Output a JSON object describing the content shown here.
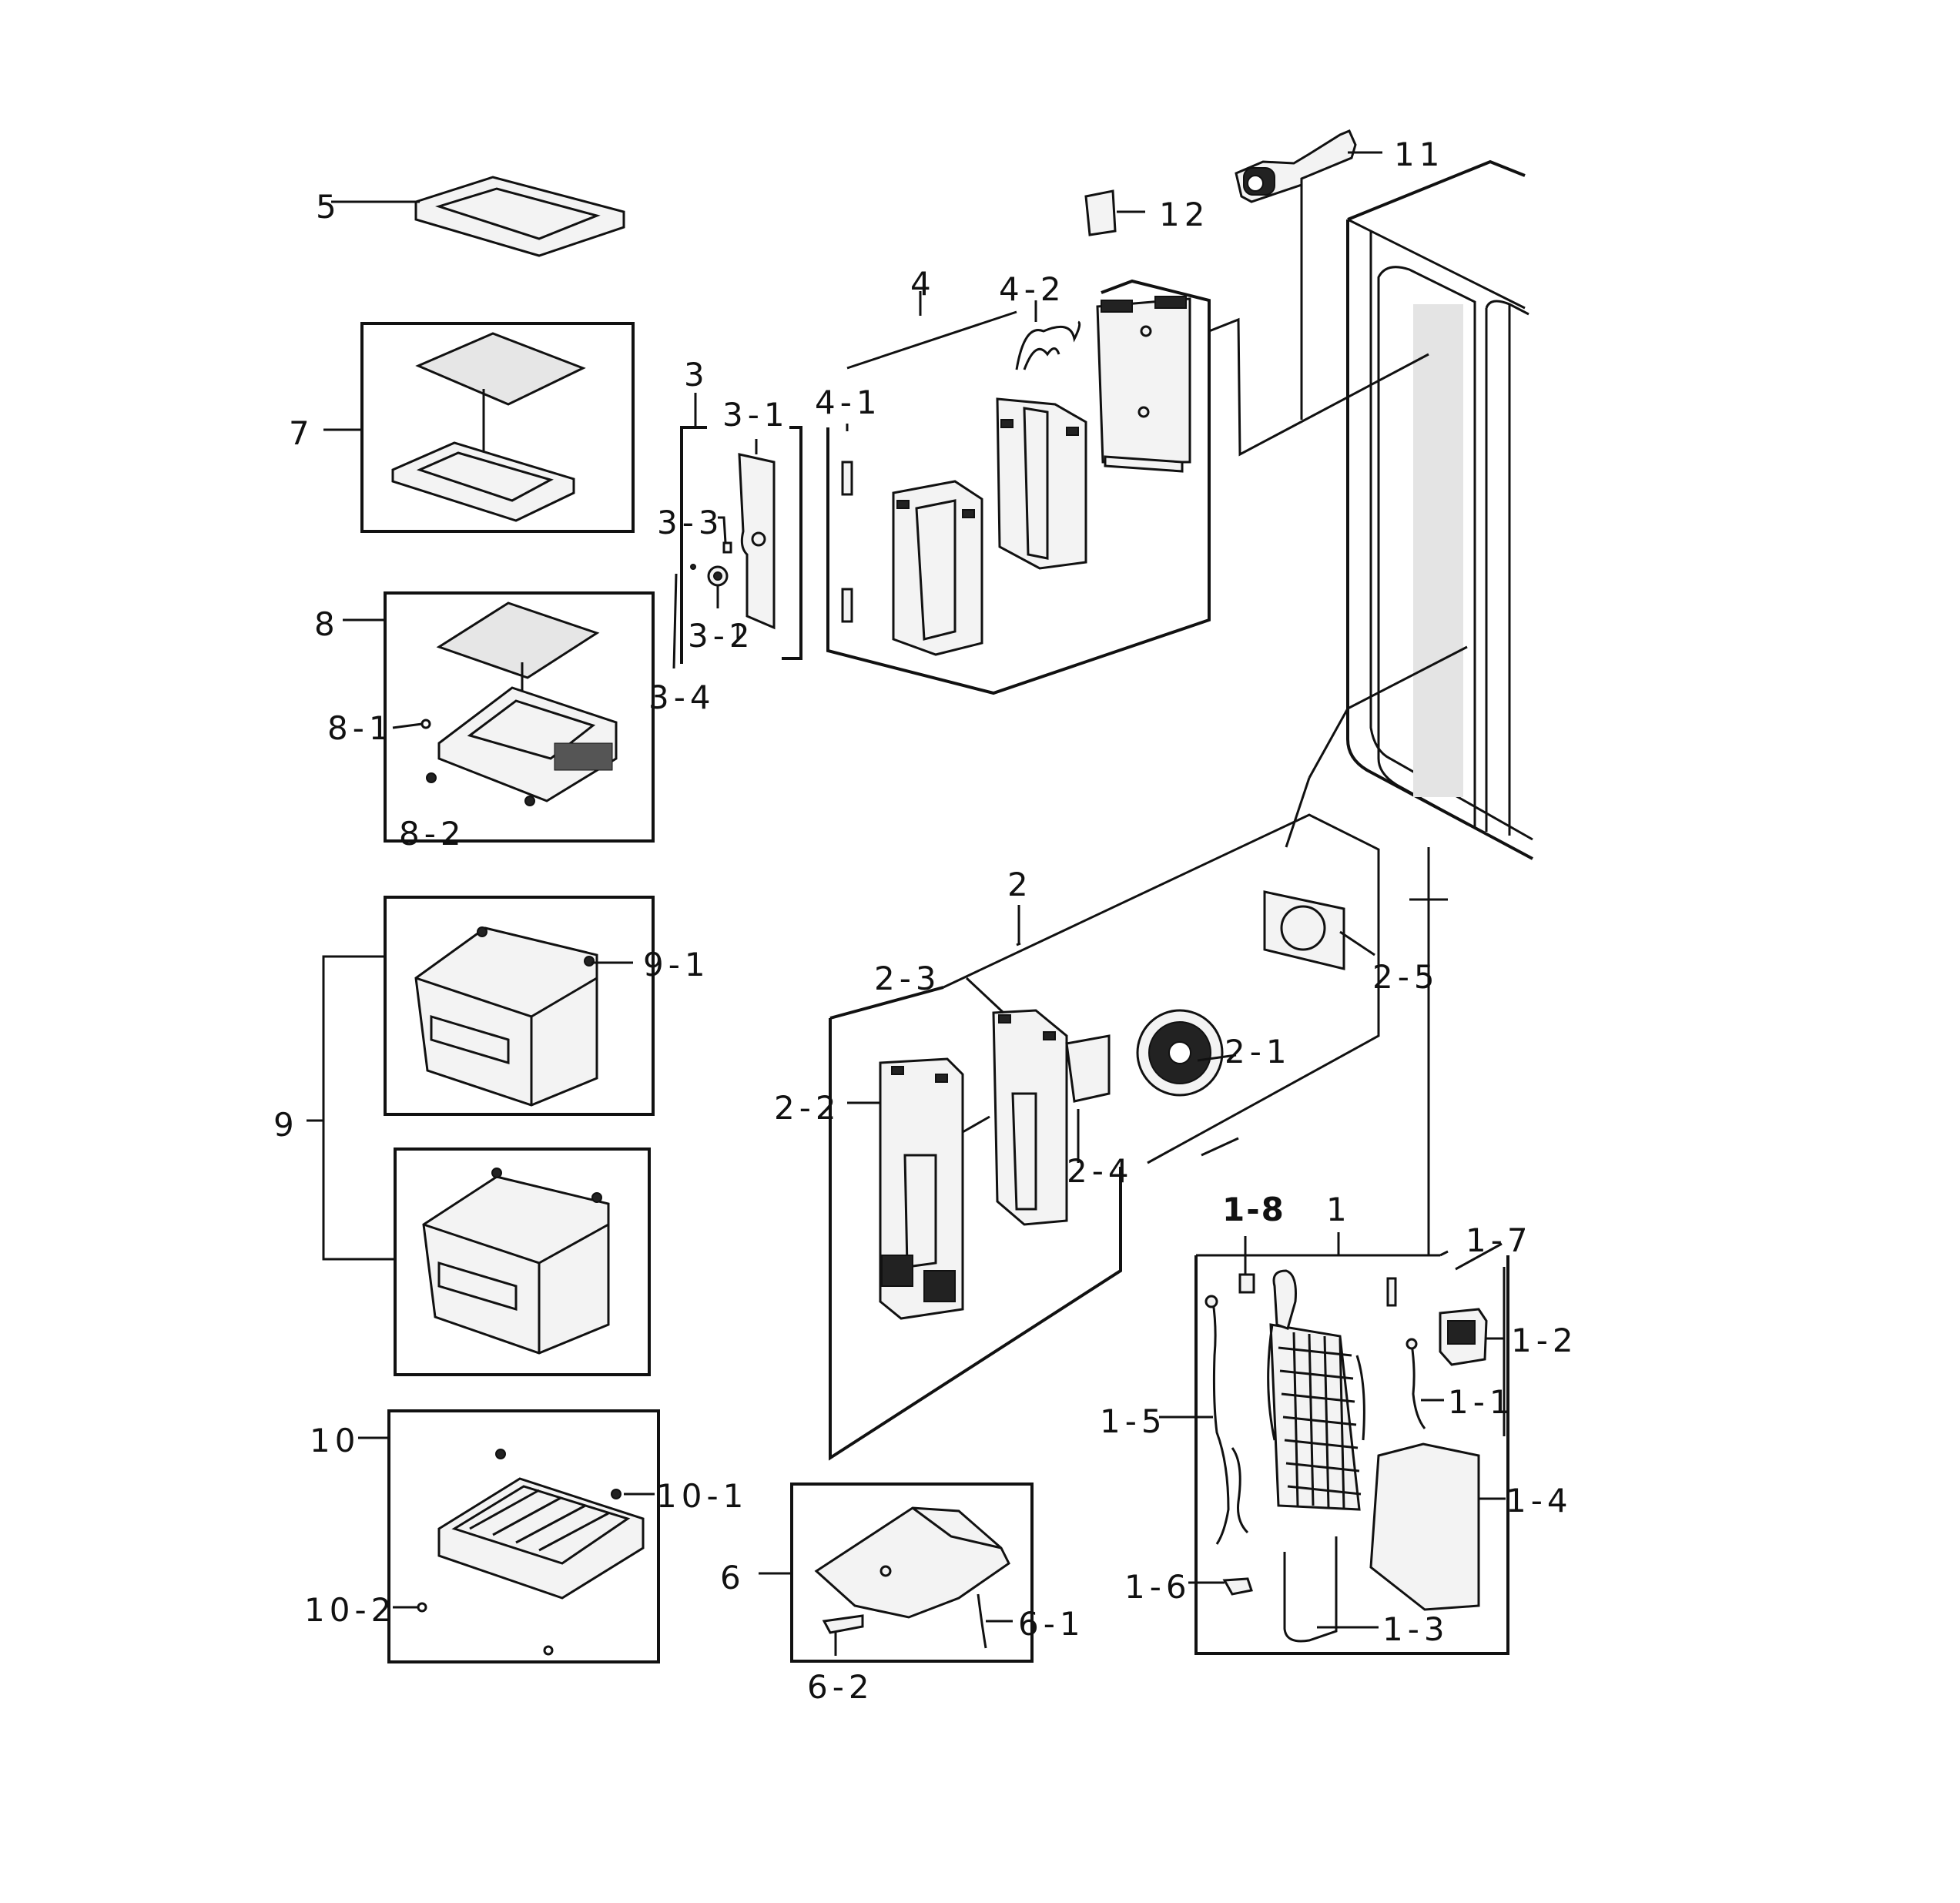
{
  "callouts": [
    {
      "key": "c5",
      "text": "5"
    },
    {
      "key": "c7",
      "text": "7"
    },
    {
      "key": "c8",
      "text": "8"
    },
    {
      "key": "c8_1",
      "text": "8-1"
    },
    {
      "key": "c8_2",
      "text": "8-2"
    },
    {
      "key": "c9",
      "text": "9"
    },
    {
      "key": "c9_1",
      "text": "9-1"
    },
    {
      "key": "c10",
      "text": "10"
    },
    {
      "key": "c10_1",
      "text": "10-1"
    },
    {
      "key": "c10_2",
      "text": "10-2"
    },
    {
      "key": "c3",
      "text": "3"
    },
    {
      "key": "c3_1",
      "text": "3-1"
    },
    {
      "key": "c3_2",
      "text": "3-2"
    },
    {
      "key": "c3_3",
      "text": "3-3"
    },
    {
      "key": "c3_4",
      "text": "3-4"
    },
    {
      "key": "c4",
      "text": "4"
    },
    {
      "key": "c4_1",
      "text": "4-1"
    },
    {
      "key": "c4_2",
      "text": "4-2"
    },
    {
      "key": "c11",
      "text": "11"
    },
    {
      "key": "c12",
      "text": "12"
    },
    {
      "key": "c2",
      "text": "2"
    },
    {
      "key": "c2_1",
      "text": "2-1"
    },
    {
      "key": "c2_2",
      "text": "2-2"
    },
    {
      "key": "c2_3",
      "text": "2-3"
    },
    {
      "key": "c2_4",
      "text": "2-4"
    },
    {
      "key": "c2_5",
      "text": "2-5"
    },
    {
      "key": "c1",
      "text": "1"
    },
    {
      "key": "c1_1",
      "text": "1-1"
    },
    {
      "key": "c1_2",
      "text": "1-2"
    },
    {
      "key": "c1_3",
      "text": "1-3"
    },
    {
      "key": "c1_4",
      "text": "1-4"
    },
    {
      "key": "c1_5",
      "text": "1-5"
    },
    {
      "key": "c1_6",
      "text": "1-6"
    },
    {
      "key": "c1_7",
      "text": "1-7"
    },
    {
      "key": "c1_8",
      "text": "1-8"
    },
    {
      "key": "c6",
      "text": "6"
    },
    {
      "key": "c6_1",
      "text": "6-1"
    },
    {
      "key": "c6_2",
      "text": "6-2"
    }
  ]
}
